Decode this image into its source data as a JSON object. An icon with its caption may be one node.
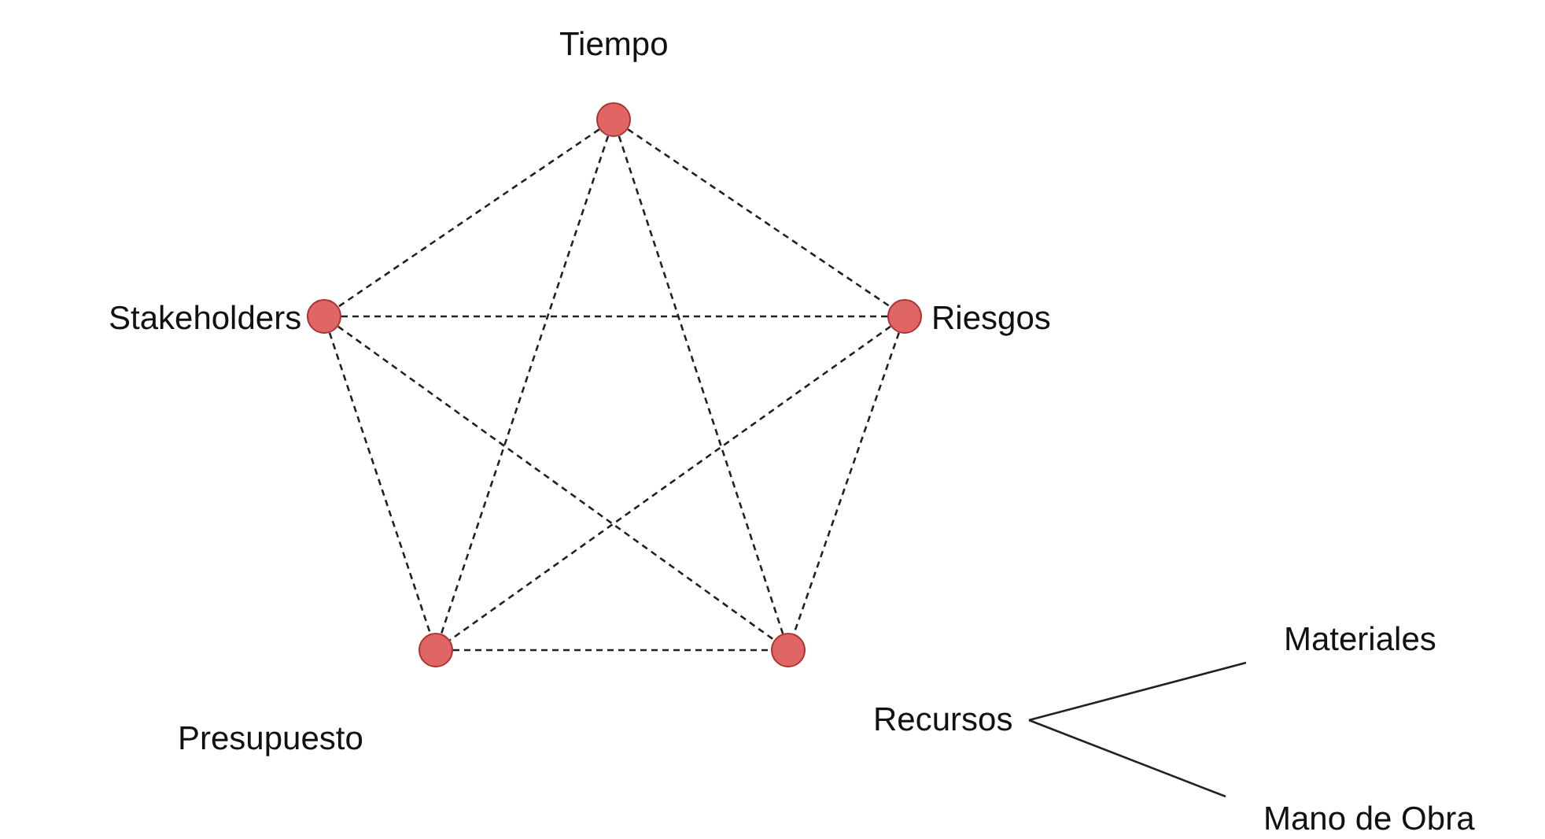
{
  "diagram": {
    "nodes": [
      {
        "text": [],
        "shape": "circle",
        "beside": [
          "Tiempo"
        ]
      },
      {
        "text": [],
        "shape": "circle",
        "beside": [
          "Stakeholders"
        ]
      },
      {
        "text": [],
        "shape": "circle",
        "beside": [
          "Riesgos"
        ]
      },
      {
        "text": [],
        "shape": "circle",
        "beside": [
          "Presupuesto"
        ]
      },
      {
        "text": [],
        "shape": "circle",
        "beside": [
          "Recursos"
        ]
      },
      {
        "text": [
          "Materiales"
        ]
      },
      {
        "text": [
          "Mano de Obra"
        ]
      }
    ],
    "edges": [
      {
        "from": 0,
        "to": 1,
        "arrow": "none",
        "style": "dashed"
      },
      {
        "from": 0,
        "to": 2,
        "arrow": "none",
        "style": "dashed"
      },
      {
        "from": 0,
        "to": 3,
        "arrow": "none",
        "style": "dashed"
      },
      {
        "from": 0,
        "to": 4,
        "arrow": "none",
        "style": "dashed"
      },
      {
        "from": 1,
        "to": 2,
        "arrow": "none",
        "style": "dashed"
      },
      {
        "from": 1,
        "to": 3,
        "arrow": "none",
        "style": "dashed"
      },
      {
        "from": 1,
        "to": 4,
        "arrow": "none",
        "style": "dashed"
      },
      {
        "from": 2,
        "to": 3,
        "arrow": "none",
        "style": "dashed"
      },
      {
        "from": 2,
        "to": 4,
        "arrow": "none",
        "style": "dashed"
      },
      {
        "from": 3,
        "to": 4,
        "arrow": "none",
        "style": "dashed"
      },
      {
        "from": 4,
        "to": 5,
        "arrow": "none"
      },
      {
        "from": 4,
        "to": 6,
        "arrow": "none"
      }
    ]
  }
}
